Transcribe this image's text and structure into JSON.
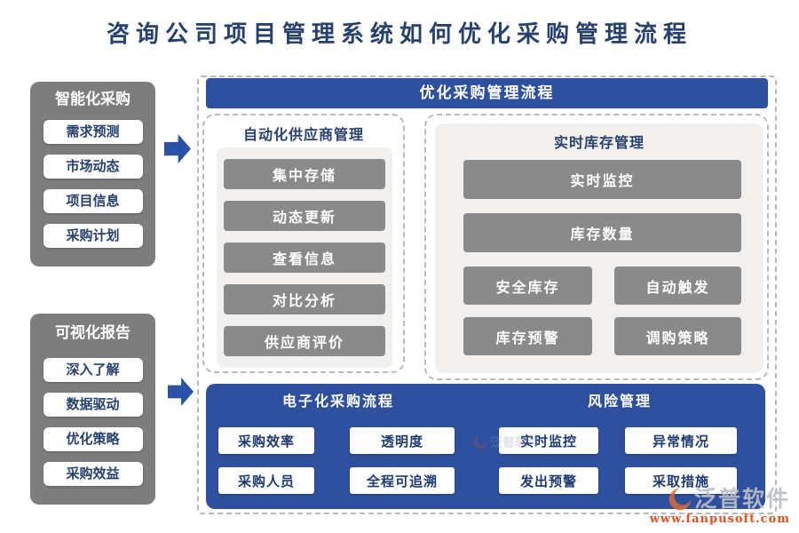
{
  "title": "咨询公司项目管理系统如何优化采购管理流程",
  "sidebar": {
    "panels": [
      {
        "title": "智能化采购",
        "items": [
          "需求预测",
          "市场动态",
          "项目信息",
          "采购计划"
        ]
      },
      {
        "title": "可视化报告",
        "items": [
          "深入了解",
          "数据驱动",
          "优化策略",
          "采购效益"
        ]
      }
    ]
  },
  "main": {
    "banner": "优化采购管理流程",
    "supplier": {
      "title": "自动化供应商管理",
      "items": [
        "集中存储",
        "动态更新",
        "查看信息",
        "对比分析",
        "供应商评价"
      ]
    },
    "inventory": {
      "title": "实时库存管理",
      "wide_items": [
        "实时监控",
        "库存数量"
      ],
      "grid_items": [
        "安全库存",
        "自动触发",
        "库存预警",
        "调购策略"
      ]
    },
    "bottom": {
      "groups": [
        {
          "title": "电子化采购流程",
          "items": [
            "采购效率",
            "透明度",
            "采购人员",
            "全程可追溯"
          ]
        },
        {
          "title": "风险管理",
          "items": [
            "实时监控",
            "异常情况",
            "发出预警",
            "采取措施"
          ]
        }
      ]
    }
  },
  "watermark": {
    "brand": "泛普软件",
    "url": "www.fanpusoft.com"
  },
  "icons": {
    "flow_arrow": "right-arrow",
    "logo": "crescent-logo"
  },
  "colors": {
    "accent_blue": "#2f509f",
    "arrow_blue": "#2b52a6",
    "panel_gray": "#7d7d7d",
    "button_gray": "#8a8a8a",
    "light_panel": "#f1f0ee",
    "navy_text": "#27416f",
    "dashed_border": "#b9b9b9",
    "watermark_orange": "#e2511f"
  }
}
